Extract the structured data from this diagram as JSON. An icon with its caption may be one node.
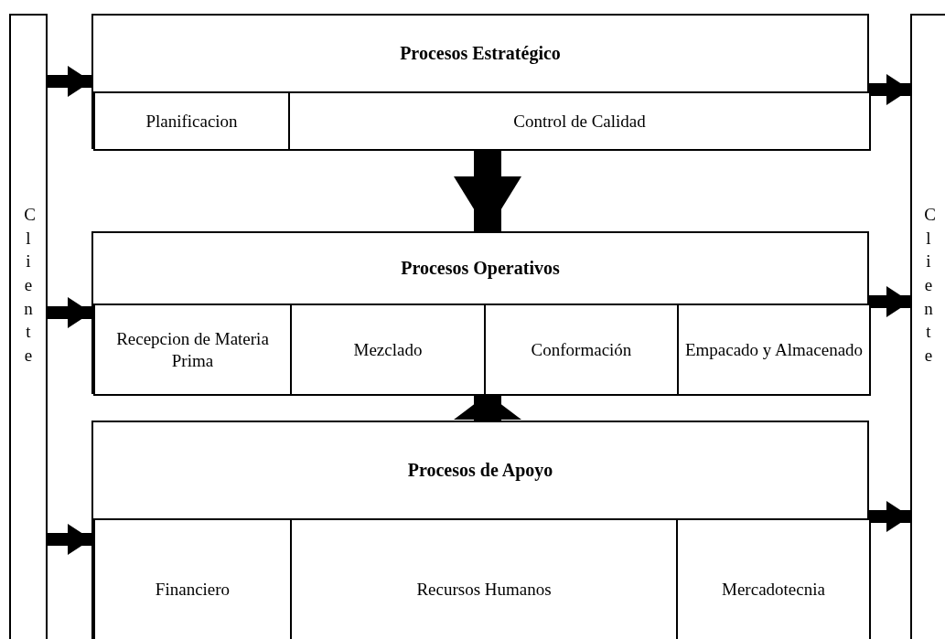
{
  "diagram": {
    "nodes": [
      {
        "text": [
          "Cliente"
        ]
      },
      {
        "text": [
          "Procesos Estratégico"
        ]
      },
      {
        "text": [
          "Planificacion"
        ],
        "in": 1
      },
      {
        "text": [
          "Control de Calidad"
        ],
        "in": 1
      },
      {
        "text": [
          "Procesos Operativos"
        ]
      },
      {
        "text": [
          "Recepcion de Materia Prima"
        ],
        "in": 4
      },
      {
        "text": [
          "Mezclado"
        ],
        "in": 4
      },
      {
        "text": [
          "Conformación"
        ],
        "in": 4
      },
      {
        "text": [
          "Empacado y Almacenado"
        ],
        "in": 4
      },
      {
        "text": [
          "Procesos de Apoyo"
        ]
      },
      {
        "text": [
          "Financiero"
        ],
        "in": 9
      },
      {
        "text": [
          "Recursos Humanos"
        ],
        "in": 9
      },
      {
        "text": [
          "Mercadotecnia"
        ],
        "in": 9
      },
      {
        "text": [
          "Cliente"
        ]
      }
    ],
    "edges": [
      {
        "from": 0,
        "to": 1,
        "arrow": "to"
      },
      {
        "from": 0,
        "to": 4,
        "arrow": "to"
      },
      {
        "from": 0,
        "to": 9,
        "arrow": "to"
      },
      {
        "from": 1,
        "to": 13,
        "arrow": "to"
      },
      {
        "from": 4,
        "to": 13,
        "arrow": "to"
      },
      {
        "from": 9,
        "to": 13,
        "arrow": "to"
      },
      {
        "from": 1,
        "to": 4,
        "arrow": "to",
        "style": "thick"
      },
      {
        "from": 9,
        "to": 4,
        "arrow": "to",
        "style": "thick"
      }
    ]
  }
}
